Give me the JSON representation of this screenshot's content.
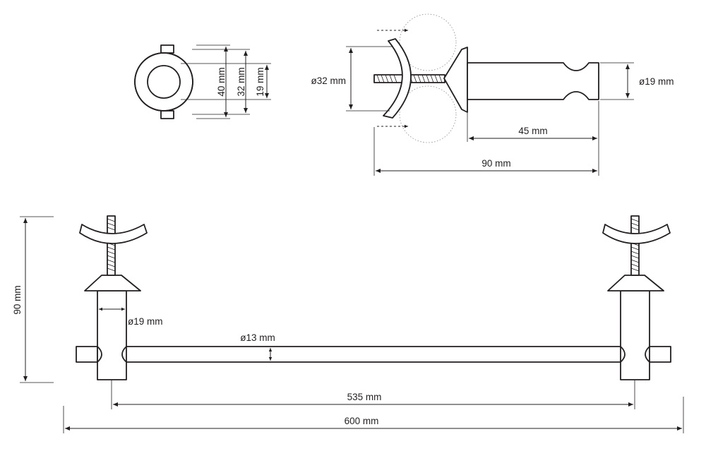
{
  "dimensions": {
    "total_height": "90 mm",
    "post_diameter": "ø19 mm",
    "bar_diameter": "ø13 mm",
    "inner_length": "535 mm",
    "total_length": "600 mm",
    "flange_outer": "40 mm",
    "flange_middle": "32 mm",
    "flange_inner": "19 mm",
    "cap_diameter": "ø32 mm",
    "post_diameter_side": "ø19 mm",
    "post_length": "45 mm",
    "side_depth": "90 mm"
  },
  "colors": {
    "line": "#231f20",
    "background": "#ffffff",
    "circle_hint": "#8a8a8a"
  }
}
